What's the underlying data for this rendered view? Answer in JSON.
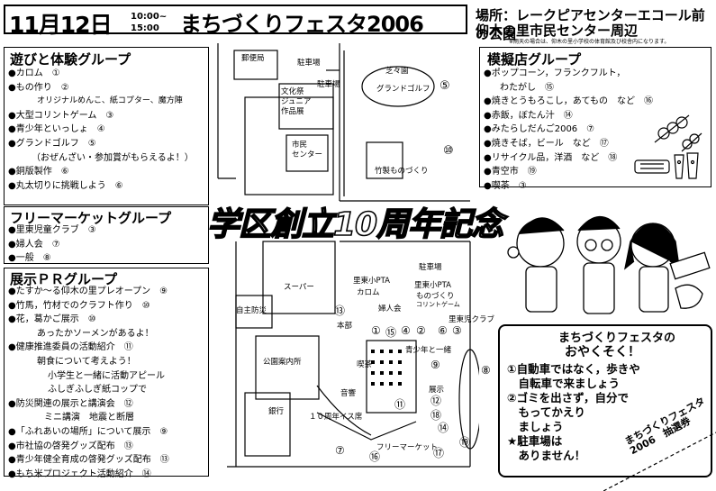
{
  "header": {
    "date": "11月12日",
    "time_start": "10:00~",
    "time_end": "15:00",
    "event": "まちづくりフェスタ2006",
    "venue_line1": "場所：レークピアセンターエコール前の公園",
    "venue_line2": "仰木の里市民センター周辺",
    "rain_note": "※雨天の場合は、仰木の里小学校の体育館及び校舎内になります。"
  },
  "play_group": {
    "title": "遊びと体験グループ",
    "items": [
      "●カロム　①",
      "●もの作り　②",
      "オリジナルめんこ、紙コプター、魔方陣",
      "●大型コリントゲーム　③",
      "●青少年といっしょ　④",
      "●グランドゴルフ　⑤",
      "（おぜんざい・参加賞がもらえるよ！）",
      "●銅版製作　⑥",
      "●丸太切りに挑戦しよう　⑥"
    ]
  },
  "flea_group": {
    "title": "フリーマーケットグループ",
    "items": [
      "●里東児童クラブ　③",
      "●婦人会　⑦",
      "●一般　⑧"
    ]
  },
  "exhibit_group": {
    "title": "展示ＰＲグループ",
    "items": [
      "●たすか～る仰木の里プレオープン　⑨",
      "●竹馬，竹材でのクラフト作り　⑩",
      "●花，葛かご展示　⑩",
      "あったかソーメンがあるよ！",
      "●健康推進委員の活動紹介　⑪",
      "朝食について考えよう！",
      "小学生と一緒に活動アピール",
      "ふしぎふしぎ紙コップで",
      "●防災関連の展示と講演会　⑫",
      "ミニ講演　地震と断層",
      "●「ふれあいの場所」について展示　⑨",
      "●市社協の啓発グッズ配布　⑬",
      "●青少年健全育成の啓発グッズ配布　⑬",
      "●もち米プロジェクト活動紹介　⑭"
    ]
  },
  "stall_group": {
    "title": "模擬店グループ",
    "items": [
      "●ポップコーン，フランクフルト，",
      "わたがし　⑮",
      "●焼きとうもろこし，あてもの　など　⑯",
      "●赤飯，ぼたん汁　⑭",
      "●みたらしだんご2006　⑦",
      "●焼きそば，ビール　など　⑰",
      "●リサイクル品，洋酒　など　⑱",
      "●青空市　⑲",
      "●喫茶　③"
    ]
  },
  "anniversary": "学区創立10周年記念",
  "map": {
    "yuubinkyoku": "郵便局",
    "parking1": "駐車場",
    "parking2": "駐車場",
    "parking3": "駐車場",
    "bunkasai": [
      "文化祭",
      "ジュニア",
      "作品展"
    ],
    "shimin_center": [
      "市民",
      "センター"
    ],
    "ground_golf": "グランドゴルフ",
    "noshiba": "芝々園",
    "mono_zukuri": "竹製ものづくり",
    "super": "スーパー",
    "jichikai": "自主防災",
    "koen": "公園案内所",
    "bank": "銀行",
    "pta1": "里東小PTA",
    "pta1b": "カロム",
    "pta2": "里東小PTA",
    "pta2b": "ものづくり",
    "pta2c": "コリントゲーム",
    "fujinkai": "婦人会",
    "seishonen": "青少年と一緒",
    "jidou": "里東児クラブ",
    "tenji": "展示",
    "shokudo": "喫茶",
    "ongaku": "音響",
    "isu": "１０周年イス席",
    "flea": "フリーマーケット",
    "honbu": "本部",
    "numbers": [
      "⑬",
      "①",
      "⑮",
      "④",
      "②",
      "⑥",
      "③",
      "⑪",
      "⑨",
      "⑫",
      "⑱",
      "⑦",
      "⑯",
      "⑭",
      "⑰",
      "⑲",
      "⑧",
      "⑤",
      "⑩"
    ]
  },
  "notice": {
    "title1": "まちづくりフェスタの",
    "title2": "おやくそく！",
    "lines": [
      "①自動車ではなく，歩きや",
      "　自転車で来ましょう",
      "②ゴミを出さず，自分で",
      "　もってかえり",
      "　ましょう",
      "★駐車場は",
      "　ありません！"
    ]
  },
  "ticket": [
    "まちづくりフェスタ",
    "2006　抽選券"
  ]
}
